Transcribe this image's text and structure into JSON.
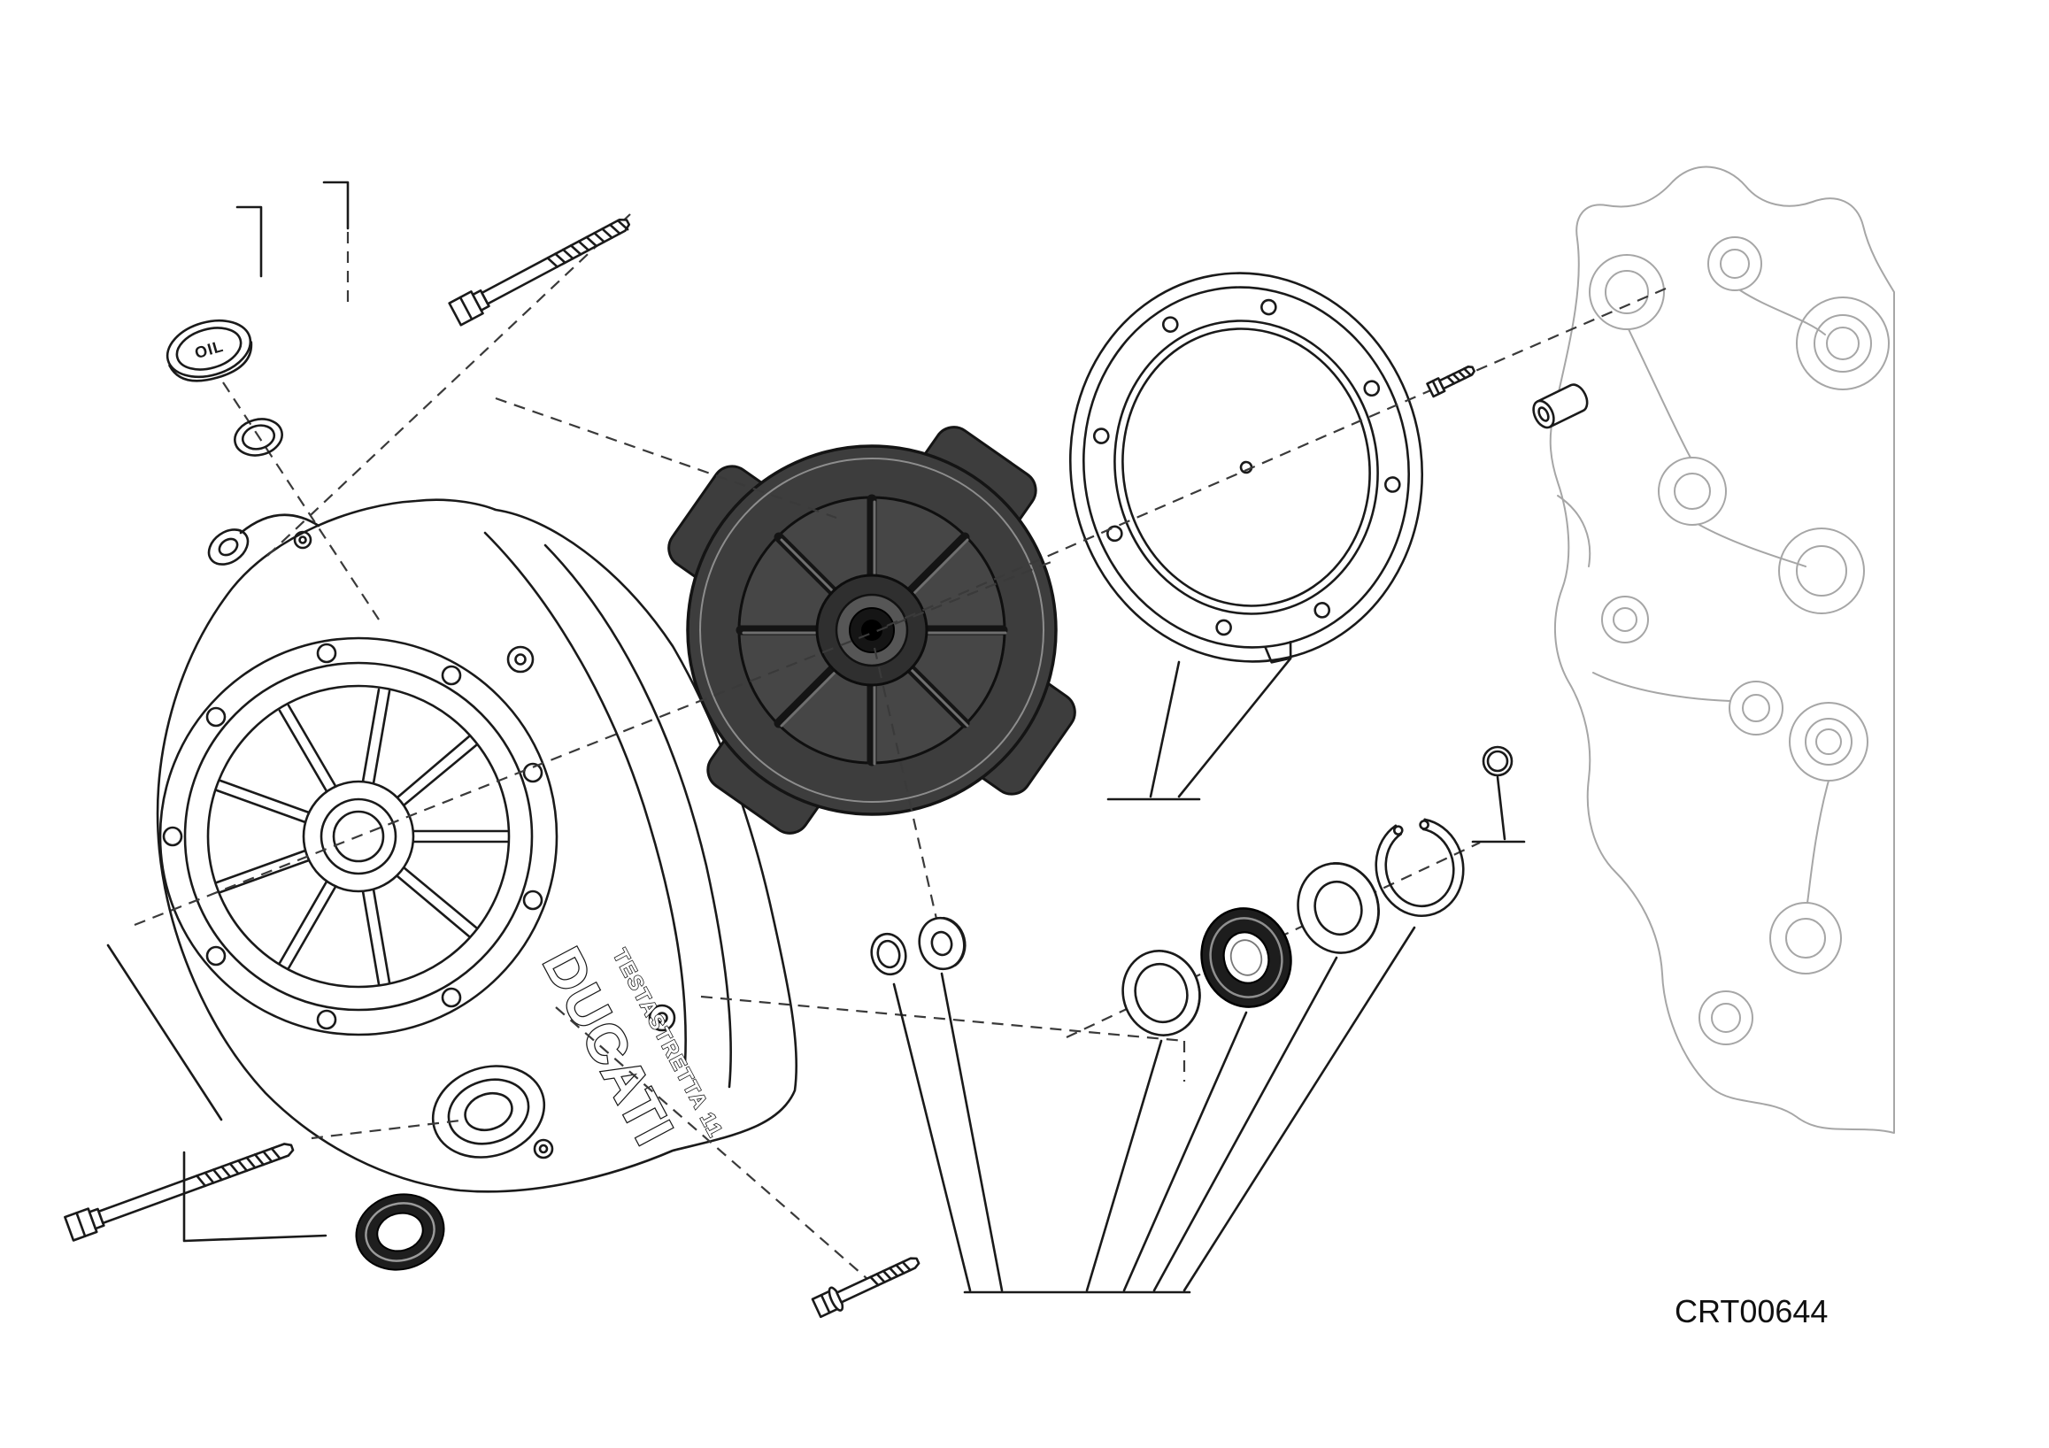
{
  "figure": {
    "part_code": "CRT00644",
    "cover_brand": "DUCATI",
    "cover_model": "TESTASTRETTA 11",
    "oil_cap_label": "OIL"
  },
  "colors": {
    "line": "#1a1a1a",
    "light": "#a6a6a6",
    "dash": "#3a3a3a",
    "darkfill": "#3d3d3d",
    "darkstroke": "#141414",
    "bg": "#ffffff"
  }
}
